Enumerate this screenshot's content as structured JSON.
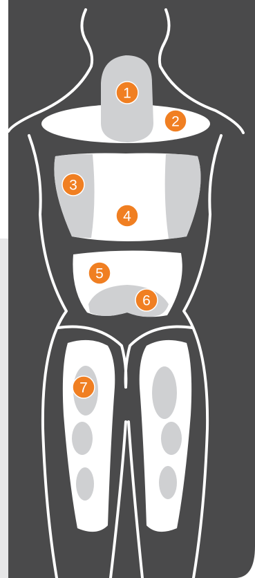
{
  "colors": {
    "background_dark": "#4a4a4b",
    "background_light": "#e6e6e7",
    "outline": "#ffffff",
    "zone_fill": "#ffffff",
    "zone_shade": "#cfd0d2",
    "marker": "#f07f22"
  },
  "markers": [
    {
      "id": "1",
      "label": "1"
    },
    {
      "id": "2",
      "label": "2"
    },
    {
      "id": "3",
      "label": "3"
    },
    {
      "id": "4",
      "label": "4"
    },
    {
      "id": "5",
      "label": "5"
    },
    {
      "id": "6",
      "label": "6"
    },
    {
      "id": "7",
      "label": "7"
    }
  ]
}
